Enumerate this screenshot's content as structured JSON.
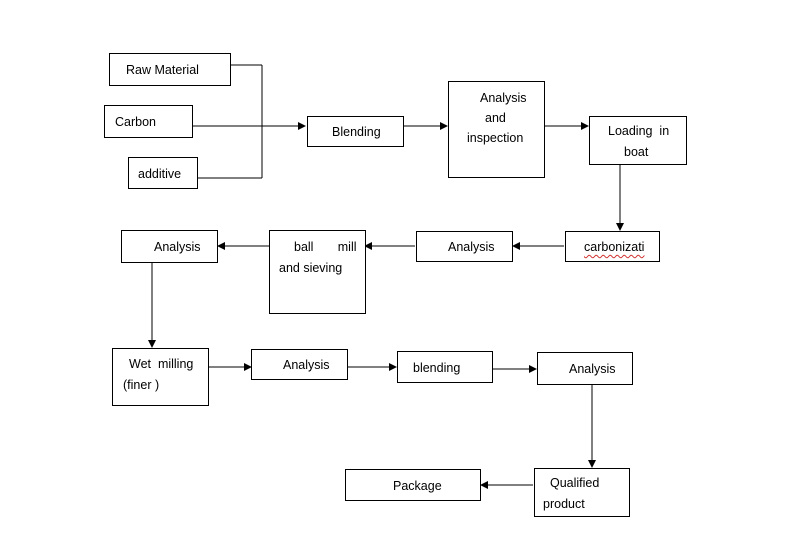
{
  "diagram": {
    "nodes": {
      "raw_material": "Raw Material",
      "carbon": "Carbon",
      "additive": "additive",
      "blending_1": "Blending",
      "analysis_inspection": [
        "Analysis",
        "and",
        "inspection"
      ],
      "loading_in_boat": [
        "Loading  in",
        "boat"
      ],
      "carbonization": "carbonizati",
      "analysis_2": "Analysis",
      "ball_mill_sieving": [
        "ball       mill",
        "and sieving"
      ],
      "analysis_3": "Analysis",
      "wet_milling": [
        "Wet  milling",
        "(finer )"
      ],
      "analysis_4": "Analysis",
      "blending_2": "blending",
      "analysis_5": "Analysis",
      "qualified_product": [
        "Qualified",
        "product"
      ],
      "package": "Package"
    },
    "flow": [
      [
        "raw_material",
        "blending_1"
      ],
      [
        "carbon",
        "blending_1"
      ],
      [
        "additive",
        "blending_1"
      ],
      [
        "blending_1",
        "analysis_inspection"
      ],
      [
        "analysis_inspection",
        "loading_in_boat"
      ],
      [
        "loading_in_boat",
        "carbonization"
      ],
      [
        "carbonization",
        "analysis_2"
      ],
      [
        "analysis_2",
        "ball_mill_sieving"
      ],
      [
        "ball_mill_sieving",
        "analysis_3"
      ],
      [
        "analysis_3",
        "wet_milling"
      ],
      [
        "wet_milling",
        "analysis_4"
      ],
      [
        "analysis_4",
        "blending_2"
      ],
      [
        "blending_2",
        "analysis_5"
      ],
      [
        "analysis_5",
        "qualified_product"
      ],
      [
        "qualified_product",
        "package"
      ]
    ],
    "colors": {
      "line": "#000000",
      "spellcheck_underline": "#d03030"
    }
  }
}
